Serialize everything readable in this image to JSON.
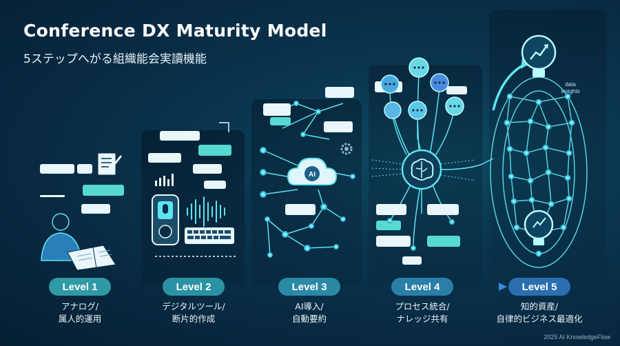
{
  "header": {
    "title": "Conference DX Maturity Model",
    "subtitle": "5ステップへがる組織能会実讀機能"
  },
  "levels": [
    {
      "label": "Level 1",
      "line1": "アナログ/",
      "line2": "属人的運用",
      "color": "#2f9aa6"
    },
    {
      "label": "Level 2",
      "line1": "デジタルツール/",
      "line2": "断片的作成",
      "color": "#2a93a3"
    },
    {
      "label": "Level 3",
      "line1": "AI導入/",
      "line2": "自動要約",
      "color": "#2a89a5"
    },
    {
      "label": "Level 4",
      "line1": "プロセス統合/",
      "line2": "ナレッジ共有",
      "color": "#2a7fa8"
    },
    {
      "label": "Level 5",
      "line1": "知的資産/",
      "line2": "自律的ビジネス最適化",
      "color": "#2b6fb0"
    }
  ],
  "illustrations": {
    "level3_badge": "AI",
    "level5_note_line1": "data",
    "level5_note_line2": "insights"
  },
  "footer": {
    "copyright": "2025 AI KnowledgeFlow"
  },
  "colors": {
    "background": "#082a42",
    "accent_cyan": "#5fe3f0",
    "node_glow": "#7cf0ff",
    "bubble_fill": "#e9f7fb"
  }
}
